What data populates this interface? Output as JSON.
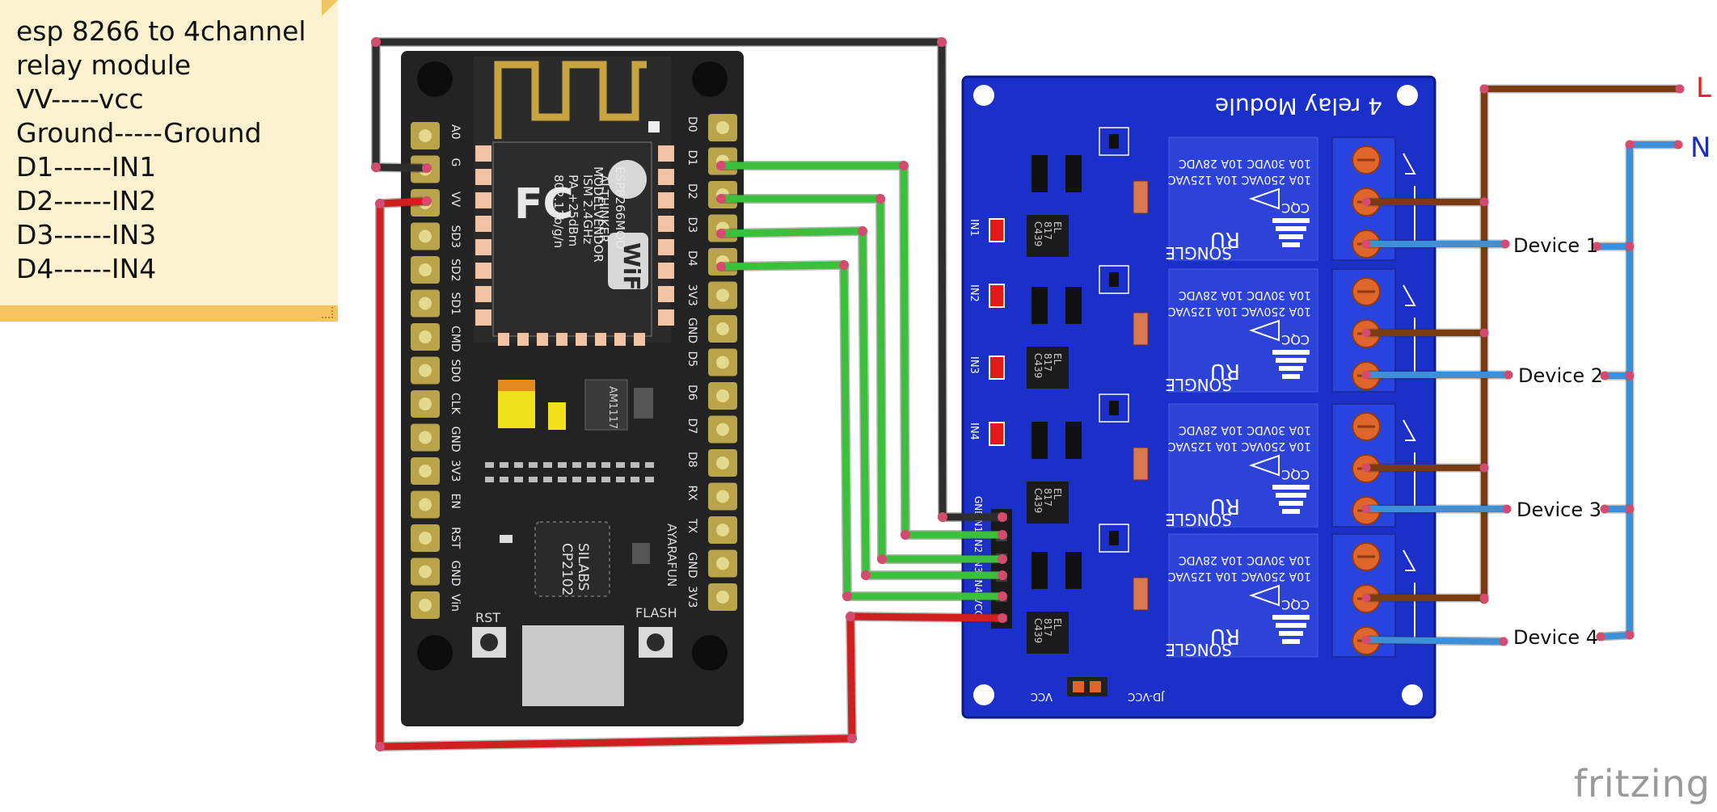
{
  "note": {
    "lines": [
      "esp 8266 to 4channel",
      "relay module",
      "VV-----vcc",
      "Ground-----Ground",
      "D1------IN1",
      "D2------IN2",
      "D3------IN3",
      "D4------IN4"
    ]
  },
  "nodemcu": {
    "left_pins": [
      "A0",
      "G",
      "VV",
      "SD3",
      "SD2",
      "SD1",
      "CMD",
      "SD0",
      "CLK",
      "GND",
      "3V3",
      "EN",
      "RST",
      "GND",
      "Vin"
    ],
    "right_pins": [
      "D0",
      "D1",
      "D2",
      "D3",
      "D4",
      "3V3",
      "GND",
      "D5",
      "D6",
      "D7",
      "D8",
      "RX",
      "TX",
      "GND",
      "3V3"
    ],
    "module_text": [
      "MODEL",
      "VENDOR",
      "ESP8266MOD",
      "AI-THINKER",
      "ISM 2.4GHz",
      "PA +25dBm",
      "802.11b/g/n"
    ],
    "fc": "FC",
    "wifi": "WiFi",
    "regulator": "AM1117",
    "usb_chip": [
      "SILABS",
      "CP2102"
    ],
    "maker": "AYARAFUN",
    "rst": "RST",
    "flash": "FLASH"
  },
  "relay": {
    "title": "4 relay Module",
    "inputs": [
      "IN1",
      "IN2",
      "IN3",
      "IN4"
    ],
    "header_pins": [
      "GND",
      "IN1",
      "IN2",
      "IN3",
      "IN4",
      "VCC"
    ],
    "opto": [
      "EL",
      "817",
      "C439"
    ],
    "relay_lines": [
      "10A 250VAC  10A 125VAC",
      "10A 30VDC  10A 28VDC"
    ],
    "relay_brand": "SONGLE",
    "relay_cert": "CQC",
    "relay_ul": "RU",
    "jumper": [
      "VCC",
      "JD-VCC"
    ]
  },
  "power": {
    "line": "L",
    "neutral": "N"
  },
  "devices": [
    "Device 1",
    "Device 2",
    "Device 3",
    "Device 4"
  ],
  "colors": {
    "board": "#232323",
    "relay_board": "#1b2fc9",
    "wire_green": "#3cbf3a",
    "wire_red": "#cf1f1f",
    "wire_black": "#2e2e2e",
    "wire_brown": "#7a3a12",
    "wire_blue": "#3d8fd8",
    "note": "#fdf2cf"
  },
  "watermark": "fritzing"
}
